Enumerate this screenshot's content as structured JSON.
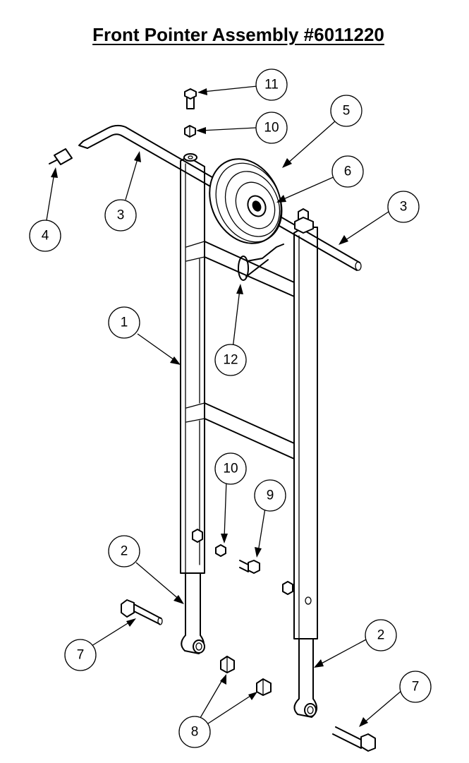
{
  "title": "Front Pointer Assembly #6011220",
  "callouts": [
    {
      "id": "c1",
      "label": "1"
    },
    {
      "id": "c2a",
      "label": "2"
    },
    {
      "id": "c2b",
      "label": "2"
    },
    {
      "id": "c3a",
      "label": "3"
    },
    {
      "id": "c3b",
      "label": "3"
    },
    {
      "id": "c4",
      "label": "4"
    },
    {
      "id": "c5",
      "label": "5"
    },
    {
      "id": "c6",
      "label": "6"
    },
    {
      "id": "c7a",
      "label": "7"
    },
    {
      "id": "c7b",
      "label": "7"
    },
    {
      "id": "c8",
      "label": "8"
    },
    {
      "id": "c9",
      "label": "9"
    },
    {
      "id": "c10a",
      "label": "10"
    },
    {
      "id": "c10b",
      "label": "10"
    },
    {
      "id": "c11",
      "label": "11"
    },
    {
      "id": "c12",
      "label": "12"
    }
  ]
}
